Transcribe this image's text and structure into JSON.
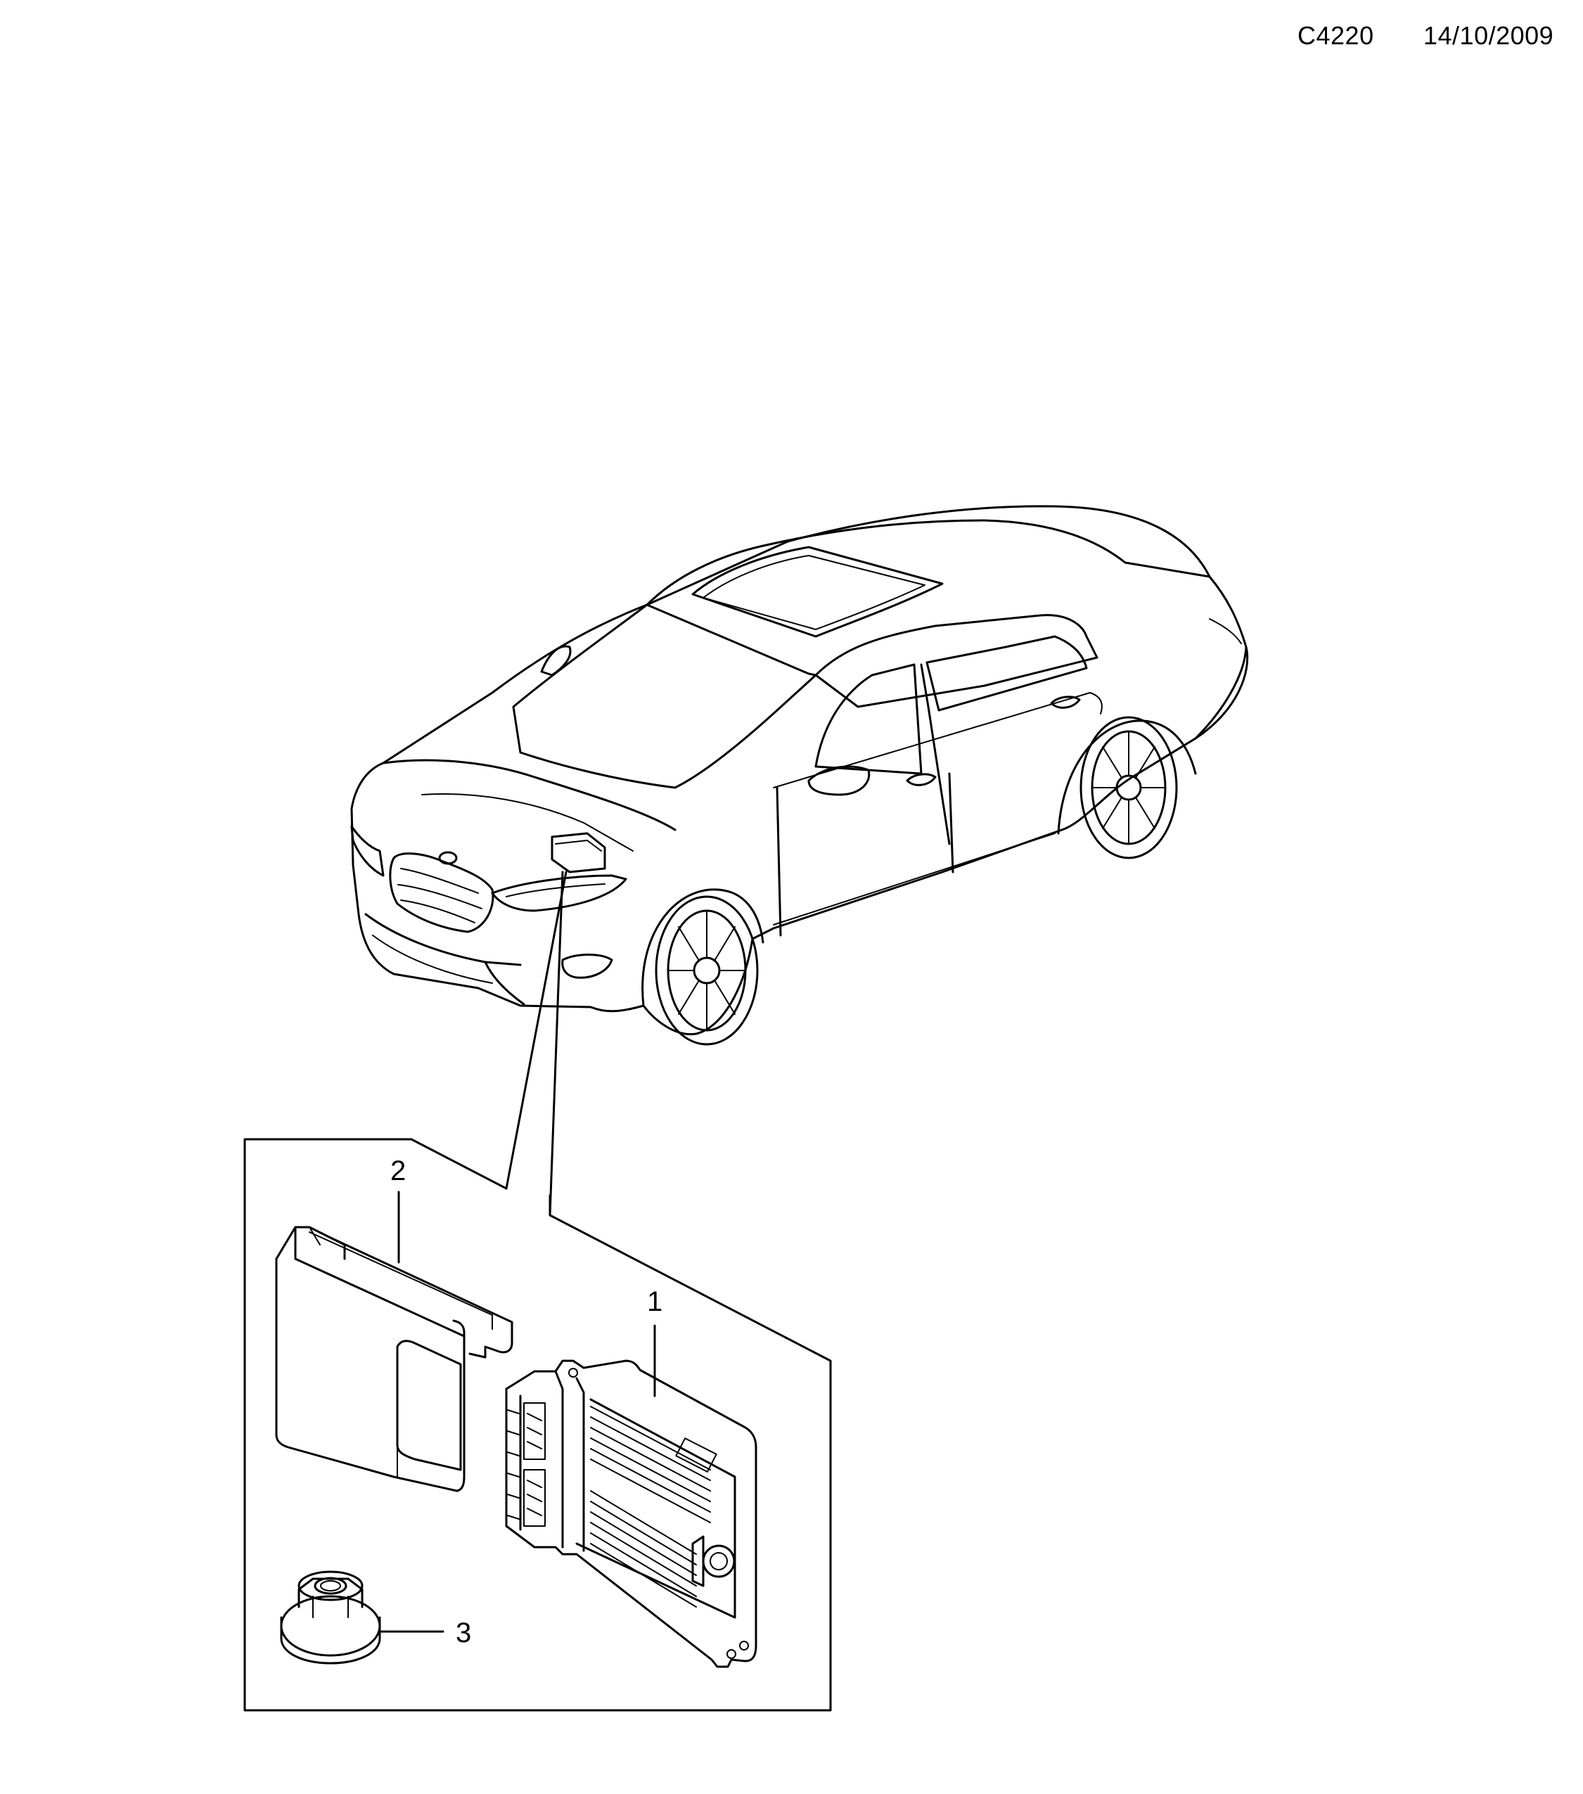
{
  "header": {
    "code": "C4220",
    "date": "14/10/2009"
  },
  "callouts": [
    {
      "number": "1",
      "part": "control-module"
    },
    {
      "number": "2",
      "part": "bracket"
    },
    {
      "number": "3",
      "part": "flange-nut"
    }
  ]
}
